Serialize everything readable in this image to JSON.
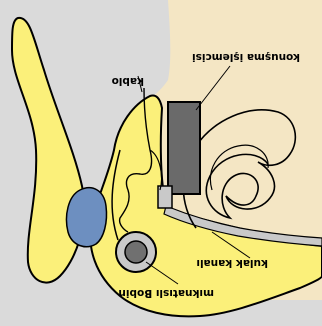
{
  "labels": {
    "speech_processor": "konuşma işlemcisi",
    "cable": "kablo",
    "ear_canal": "kulak kanalı",
    "magnetic_coil": "mıknatıslı Bobin"
  },
  "colors": {
    "background": "#f4e6c4",
    "skull": "#dadada",
    "outer_ear": "#fbf07a",
    "skin_flap": "#6d8fc0",
    "processor": "#6a6a6a",
    "coil_outer": "#c9c9c9",
    "coil_inner": "#707070",
    "outline": "#000000"
  }
}
